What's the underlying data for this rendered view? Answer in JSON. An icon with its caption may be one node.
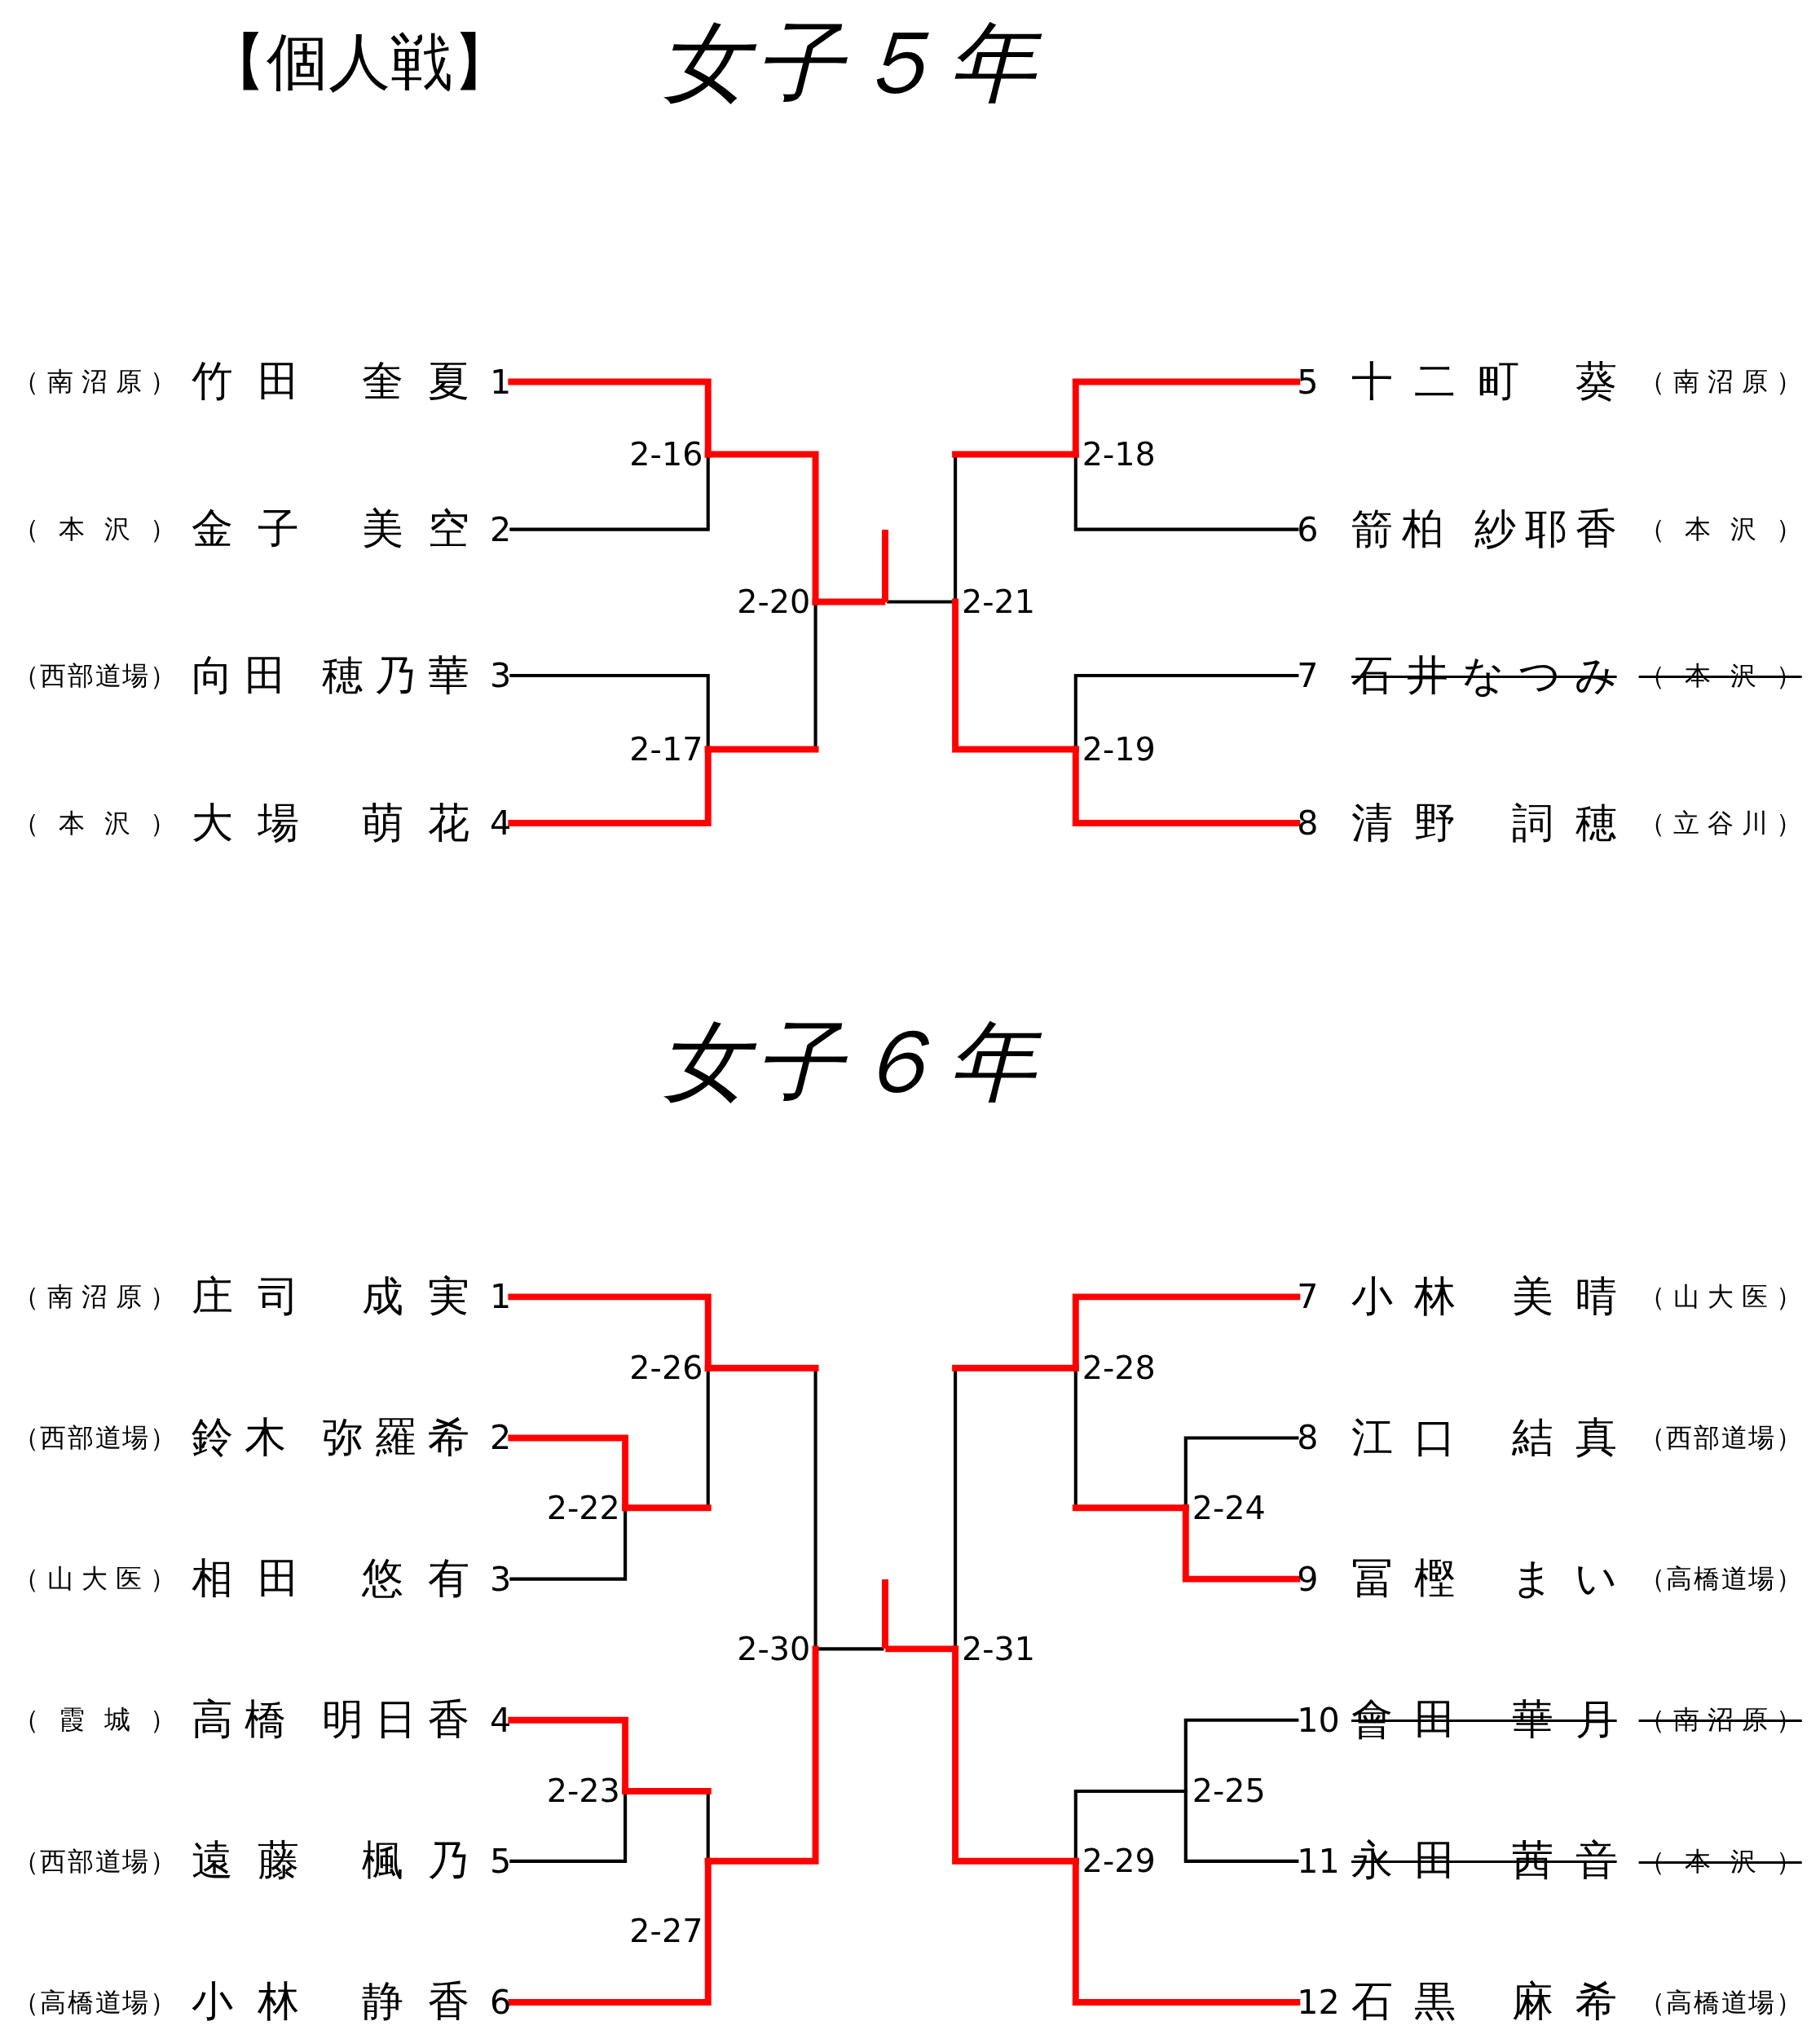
{
  "diagram": {
    "title": "【個人戦】",
    "nodes": [
      {
        "text": [
          "竹田 奎夏",
          "1"
        ],
        "beside": [
          "（南沼原）"
        ]
      },
      {
        "text": [
          "金子 美空",
          "2"
        ],
        "beside": [
          "（本沢）"
        ]
      },
      {
        "text": [
          "向田 穂乃華",
          "3"
        ],
        "beside": [
          "（西部道場）"
        ]
      },
      {
        "text": [
          "大場 萌花",
          "4"
        ],
        "beside": [
          "（本沢）"
        ]
      },
      {
        "text": [
          "5",
          "十二町 葵"
        ],
        "beside": [
          "（南沼原）"
        ]
      },
      {
        "text": [
          "6",
          "箭柏 紗耶香"
        ],
        "beside": [
          "（本沢）"
        ]
      },
      {
        "text": [
          "7",
          "石井なつみ"
        ],
        "beside": [
          "（本沢）"
        ]
      },
      {
        "text": [
          "8",
          "清野 詞穂"
        ],
        "beside": [
          "（立谷川）"
        ]
      },
      {
        "text": [
          "2-16"
        ]
      },
      {
        "text": [
          "2-17"
        ]
      },
      {
        "text": [
          "2-18"
        ]
      },
      {
        "text": [
          "2-19"
        ]
      },
      {
        "text": [
          "2-20"
        ]
      },
      {
        "text": [
          "2-21"
        ]
      },
      {
        "text": [],
        "shape": "bar"
      },
      {
        "text": [
          "庄司 成実",
          "1"
        ],
        "beside": [
          "（南沼原）"
        ]
      },
      {
        "text": [
          "鈴木 弥羅希",
          "2"
        ],
        "beside": [
          "（西部道場）"
        ]
      },
      {
        "text": [
          "相田 悠有",
          "3"
        ],
        "beside": [
          "（山大医）"
        ]
      },
      {
        "text": [
          "高橋 明日香",
          "4"
        ],
        "beside": [
          "（霞城）"
        ]
      },
      {
        "text": [
          "遠藤 楓乃",
          "5"
        ],
        "beside": [
          "（西部道場）"
        ]
      },
      {
        "text": [
          "小林 静香",
          "6"
        ],
        "beside": [
          "（高橋道場）"
        ]
      },
      {
        "text": [
          "7",
          "小林 美晴"
        ],
        "beside": [
          "（山大医）"
        ]
      },
      {
        "text": [
          "8",
          "江口 結真"
        ],
        "beside": [
          "（西部道場）"
        ]
      },
      {
        "text": [
          "9",
          "冨樫 まい"
        ],
        "beside": [
          "（高橋道場）"
        ]
      },
      {
        "text": [
          "10",
          "會田 華月"
        ],
        "beside": [
          "（南沼原）"
        ]
      },
      {
        "text": [
          "11",
          "永田 茜音"
        ],
        "beside": [
          "（本沢）"
        ]
      },
      {
        "text": [
          "12",
          "石黒 麻希"
        ],
        "beside": [
          "（高橋道場）"
        ]
      },
      {
        "text": [
          "2-22"
        ]
      },
      {
        "text": [
          "2-23"
        ]
      },
      {
        "text": [
          "2-24"
        ]
      },
      {
        "text": [
          "2-25"
        ]
      },
      {
        "text": [
          "2-26"
        ]
      },
      {
        "text": [
          "2-27"
        ]
      },
      {
        "text": [
          "2-28"
        ]
      },
      {
        "text": [
          "2-29"
        ]
      },
      {
        "text": [
          "2-30"
        ]
      },
      {
        "text": [
          "2-31"
        ]
      },
      {
        "text": [],
        "shape": "bar"
      }
    ],
    "edges": [
      {
        "from": 0,
        "to": 8,
        "arrow": "none",
        "style": "thick",
        "color": "#ff0000"
      },
      {
        "from": 1,
        "to": 8,
        "arrow": "none"
      },
      {
        "from": 2,
        "to": 9,
        "arrow": "none"
      },
      {
        "from": 3,
        "to": 9,
        "arrow": "none",
        "style": "thick",
        "color": "#ff0000"
      },
      {
        "from": 4,
        "to": 10,
        "arrow": "none",
        "style": "thick",
        "color": "#ff0000"
      },
      {
        "from": 5,
        "to": 10,
        "arrow": "none"
      },
      {
        "from": 6,
        "to": 11,
        "arrow": "none"
      },
      {
        "from": 7,
        "to": 11,
        "arrow": "none",
        "style": "thick",
        "color": "#ff0000"
      },
      {
        "from": 8,
        "to": 12,
        "arrow": "none",
        "style": "thick",
        "color": "#ff0000"
      },
      {
        "from": 9,
        "to": 12,
        "arrow": "none"
      },
      {
        "from": 10,
        "to": 13,
        "arrow": "none"
      },
      {
        "from": 11,
        "to": 13,
        "arrow": "none",
        "style": "thick",
        "color": "#ff0000"
      },
      {
        "from": 12,
        "to": 14,
        "arrow": "none",
        "style": "thick",
        "color": "#ff0000"
      },
      {
        "from": 13,
        "to": 14,
        "arrow": "none"
      },
      {
        "from": 15,
        "to": 31,
        "arrow": "none",
        "style": "thick",
        "color": "#ff0000"
      },
      {
        "from": 16,
        "to": 27,
        "arrow": "none",
        "style": "thick",
        "color": "#ff0000"
      },
      {
        "from": 17,
        "to": 27,
        "arrow": "none"
      },
      {
        "from": 18,
        "to": 28,
        "arrow": "none",
        "style": "thick",
        "color": "#ff0000"
      },
      {
        "from": 19,
        "to": 28,
        "arrow": "none"
      },
      {
        "from": 20,
        "to": 32,
        "arrow": "none",
        "style": "thick",
        "color": "#ff0000"
      },
      {
        "from": 21,
        "to": 33,
        "arrow": "none",
        "style": "thick",
        "color": "#ff0000"
      },
      {
        "from": 22,
        "to": 29,
        "arrow": "none"
      },
      {
        "from": 23,
        "to": 29,
        "arrow": "none",
        "style": "thick",
        "color": "#ff0000"
      },
      {
        "from": 24,
        "to": 30,
        "arrow": "none"
      },
      {
        "from": 25,
        "to": 30,
        "arrow": "none"
      },
      {
        "from": 26,
        "to": 34,
        "arrow": "none",
        "style": "thick",
        "color": "#ff0000"
      },
      {
        "from": 27,
        "to": 31,
        "arrow": "none"
      },
      {
        "from": 28,
        "to": 32,
        "arrow": "none"
      },
      {
        "from": 29,
        "to": 33,
        "arrow": "none"
      },
      {
        "from": 30,
        "to": 34,
        "arrow": "none"
      },
      {
        "from": 31,
        "to": 35,
        "arrow": "none"
      },
      {
        "from": 32,
        "to": 35,
        "arrow": "none",
        "style": "thick",
        "color": "#ff0000"
      },
      {
        "from": 33,
        "to": 36,
        "arrow": "none"
      },
      {
        "from": 34,
        "to": 36,
        "arrow": "none",
        "style": "thick",
        "color": "#ff0000"
      },
      {
        "from": 35,
        "to": 37,
        "arrow": "none"
      },
      {
        "from": 36,
        "to": 37,
        "arrow": "none",
        "style": "thick",
        "color": "#ff0000"
      }
    ],
    "labels": [
      "女子５年",
      "女子６年"
    ]
  }
}
